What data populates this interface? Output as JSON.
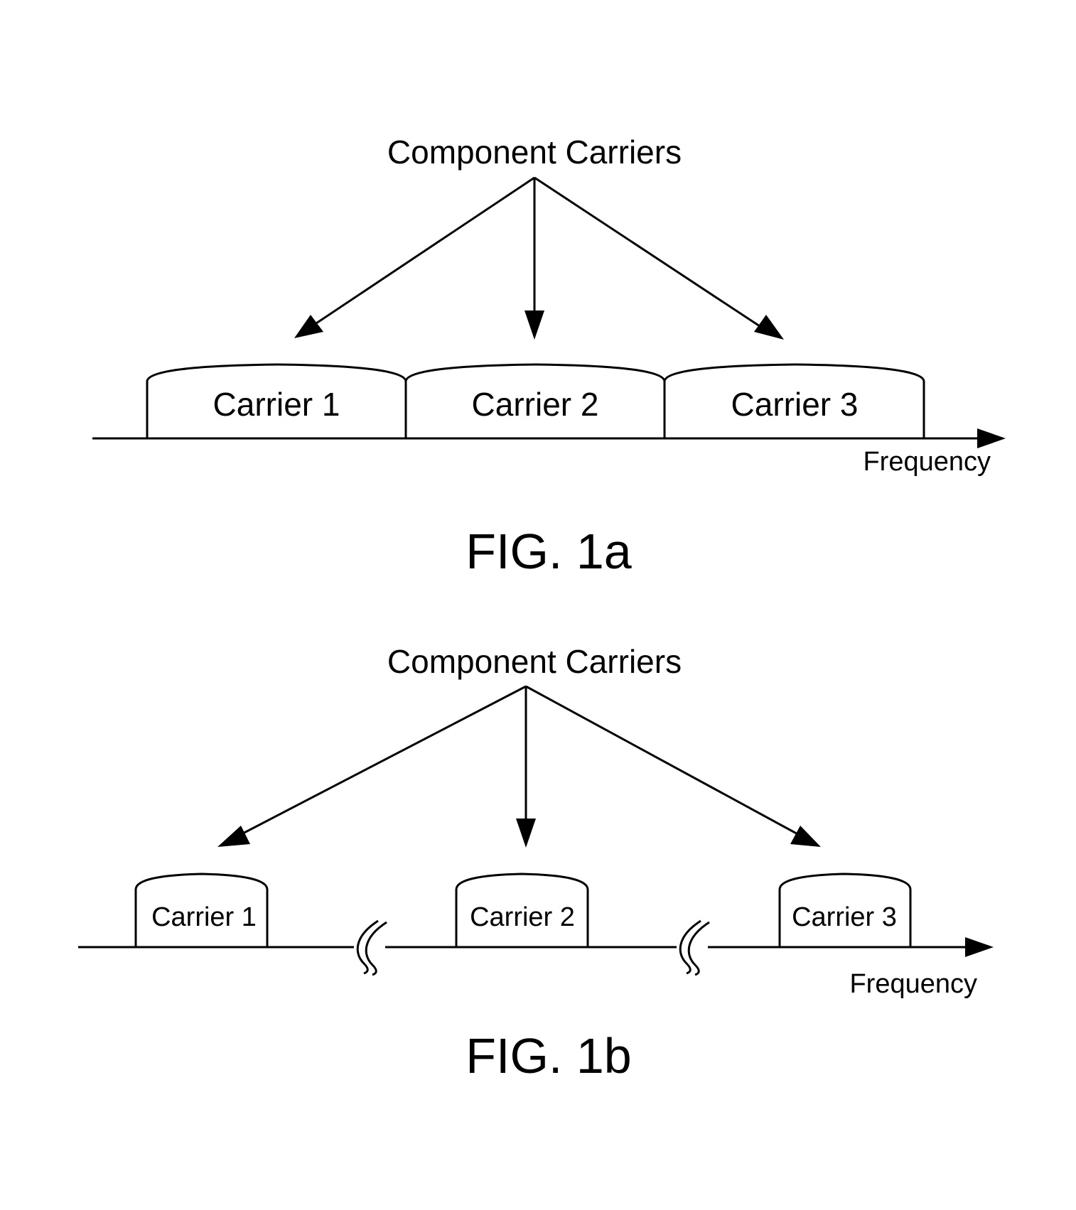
{
  "colors": {
    "ink": "#000000",
    "background": "#ffffff"
  },
  "fig1a": {
    "heading": "Component Carriers",
    "carriers": [
      "Carrier 1",
      "Carrier 2",
      "Carrier 3"
    ],
    "axis_label": "Frequency",
    "caption": "FIG. 1a"
  },
  "fig1b": {
    "heading": "Component Carriers",
    "carriers": [
      "Carrier 1",
      "Carrier 2",
      "Carrier 3"
    ],
    "axis_label": "Frequency",
    "caption": "FIG. 1b"
  }
}
